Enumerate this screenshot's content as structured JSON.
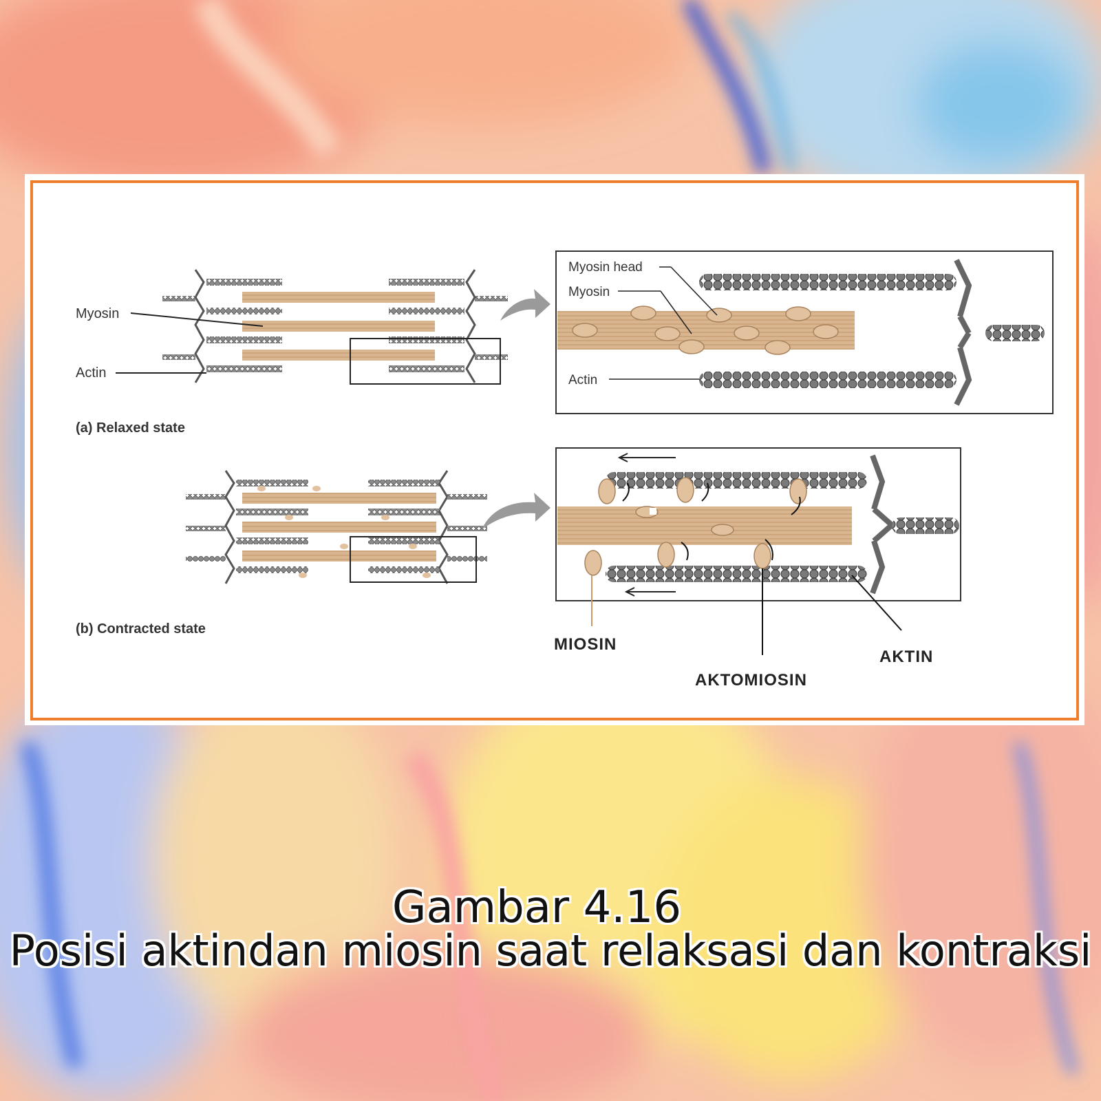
{
  "figure": {
    "relaxed_caption": "(a) Relaxed state",
    "contracted_caption": "(b) Contracted state",
    "labels": {
      "myosin": "Myosin",
      "actin": "Actin",
      "zoom_myosin_head": "Myosin head",
      "zoom_myosin": "Myosin",
      "zoom_actin": "Actin"
    },
    "annotations": {
      "miosin": "MIOSIN",
      "aktomiosin": "AKTOMIOSIN",
      "aktin": "AKTIN"
    }
  },
  "caption": {
    "line1": "Gambar 4.16",
    "line2": "Posisi aktindan miosin saat relaksasi dan kontraksi"
  },
  "colors": {
    "frame_border": "#ef7d2a",
    "myosin": "#d8b48c",
    "actin": "#6f6f6f"
  }
}
